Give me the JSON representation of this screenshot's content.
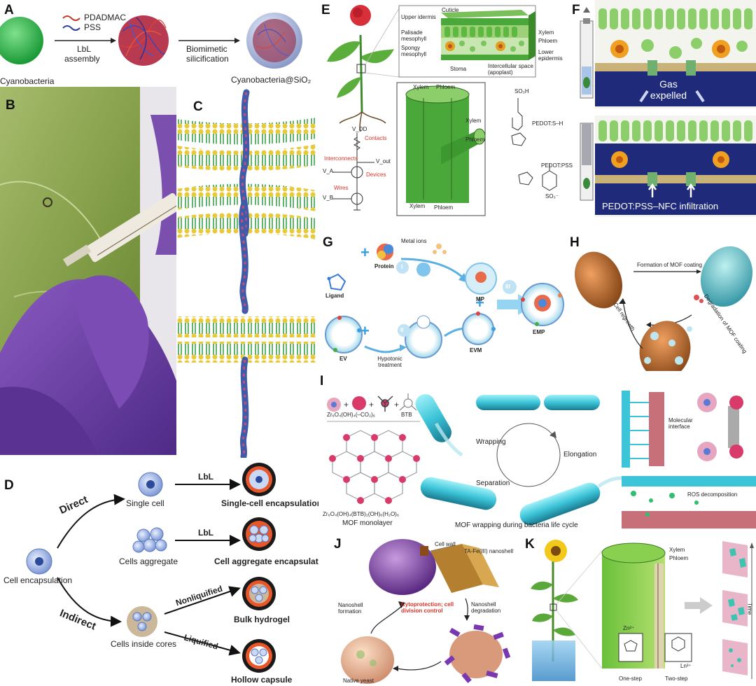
{
  "panels": {
    "A": {
      "label": "A",
      "legend": [
        "PDADMAC",
        "PSS"
      ],
      "arrow1": [
        "LbL",
        "assembly"
      ],
      "arrow2": [
        "Biomimetic",
        "silicification"
      ]
    },
    "B": {
      "label": "B",
      "caption": "Cyanobacteria"
    },
    "C": {
      "label": "C",
      "caption": "Cyanobacteria@SiO₂"
    },
    "D": {
      "label": "D",
      "root": "Cell encapsulation",
      "direct": "Direct",
      "indirect": "Indirect",
      "single_cell": "Single cell",
      "cells_aggregate": "Cells aggregate",
      "cells_cores": "Cells inside cores",
      "lbl1": "LbL",
      "lbl2": "LbL",
      "nonliquified": "Nonliquified",
      "liquified": "Liquified",
      "out1": "Single-cell encapsulation",
      "out2": "Cell aggregate encapsulation",
      "out3": "Bulk hydrogel",
      "out4": "Hollow capsule"
    },
    "E": {
      "label": "E",
      "leaf_labels": [
        "Cuticle",
        "Upper idermis",
        "Palisade mesophyll",
        "Spongy mesophyll",
        "Xylem",
        "Phloem",
        "Lower epidermis",
        "Stoma",
        "Intercellular space (apoplast)"
      ],
      "stem_labels": [
        "Xylem",
        "Phloem",
        "Xylem",
        "Phloem",
        "Xylem",
        "Phloem"
      ],
      "circuit": [
        "V_DD",
        "Contacts",
        "Interconnects",
        "V_out",
        "Devices",
        "V_A",
        "Wires",
        "V_B"
      ],
      "chem": [
        "SO₃H",
        "PEDOT:S–H",
        "PEDOT:PSS",
        "SO₃⁻"
      ]
    },
    "F": {
      "label": "F",
      "gas": "Gas expelled",
      "infiltration": "PEDOT:PSS–NFC infiltration"
    },
    "G": {
      "label": "G",
      "metal_ions": "Metal ions",
      "protein": "Protein",
      "ligand": "Ligand",
      "mp": "MP",
      "ev": "EV",
      "hypotonic": "Hypotonic treatment",
      "evm": "EVM",
      "emp": "EMP",
      "steps": [
        "I",
        "II",
        "III"
      ]
    },
    "H": {
      "label": "H",
      "formation": "Formation of MOF coating",
      "regrowth": "Cell regrowth",
      "degradation": "Degradation of MOF coating"
    },
    "I": {
      "label": "I",
      "cluster": "Zr₆O₄(OH)₄(–CO₂)₆",
      "btb": "BTB",
      "formula": "Zr₆O₄(OH)₄(BTB)₂(OH)₆(H₂O)₆",
      "monolayer": "MOF monolayer",
      "wrapping": "Wrapping",
      "elongation": "Elongation",
      "separation": "Separation",
      "cycle": "MOF wrapping during bacteria life cycle",
      "interface": "Molecular interface",
      "ros": "ROS decomposition"
    },
    "J": {
      "label": "J",
      "cell_wall": "Cell wall",
      "nanoshell": "TA-Fe(III) nanoshell",
      "formation": "Nanoshell formation",
      "cyto": "Cytoprotection; cell division control",
      "degradation": "Nanoshell degradation",
      "native": "Native yeast"
    },
    "K": {
      "label": "K",
      "xylem": "Xylem",
      "phloem": "Phloem",
      "zn": "Zn²⁺",
      "ln": "Ln³⁺",
      "one_step": "One-step",
      "two_step": "Two-step",
      "time": "Time"
    }
  },
  "colors": {
    "green_sphere": "#2fb34a",
    "red_text": "#d8352a",
    "navy": "#1f2b7a",
    "glove": "#6b3fa0",
    "cyan": "#3cc4d8"
  }
}
